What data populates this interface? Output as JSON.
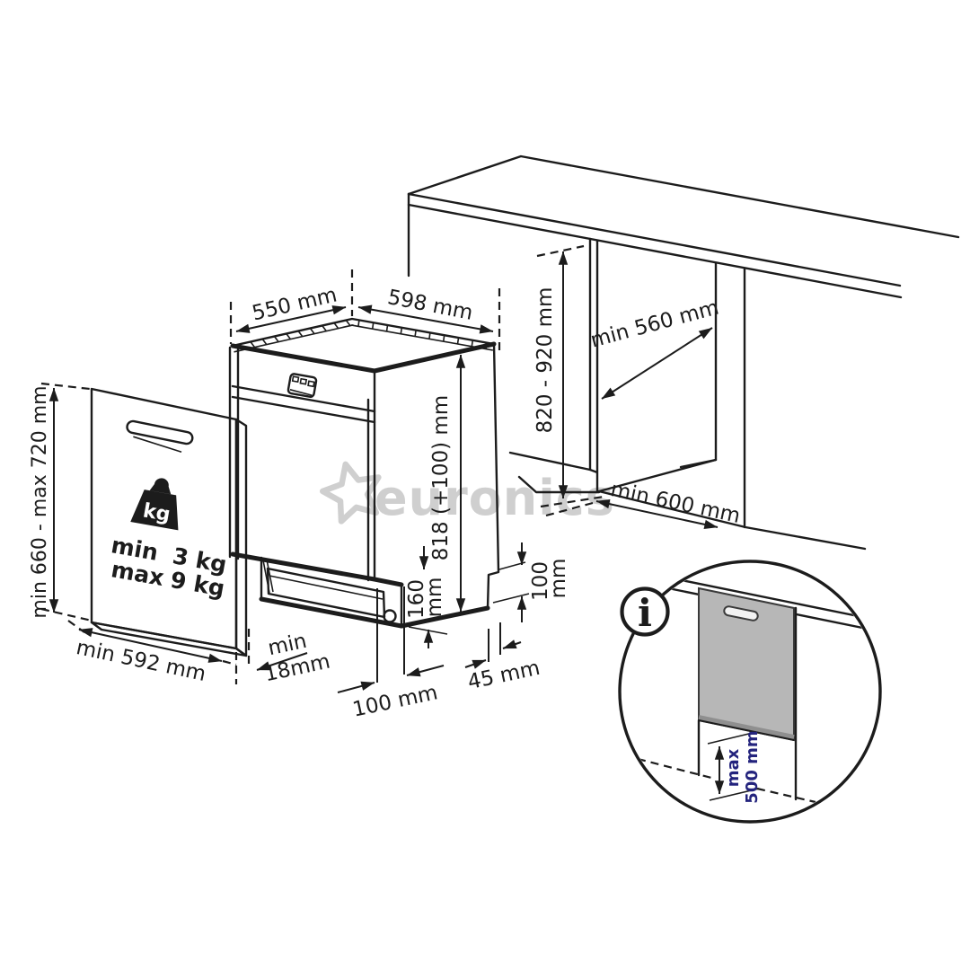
{
  "colors": {
    "line": "#1c1c1c",
    "panel_gray": "#b7b7b7",
    "watermark_gray": "#cfcfcf",
    "accent_navy": "#23237d"
  },
  "dimensions": {
    "depth_top": "550 mm",
    "width_top": "598 mm",
    "height": "818 (+100) mm",
    "niche_height": "820 - 920 mm",
    "niche_depth": "min 560 mm",
    "worktop_depth": "min 600 mm",
    "door_height": "min 660 - max 720 mm",
    "door_width": "min 592 mm",
    "door_gap": {
      "line1": "min",
      "line2": "18mm"
    },
    "plinth_recess": {
      "line1": "160",
      "line2": "mm"
    },
    "rear_recess_height": {
      "line1": "100",
      "line2": "mm"
    },
    "front_recess_depth": "100 mm",
    "rear_recess_depth": "45 mm"
  },
  "door_panel": {
    "weight_icon_label": "kg",
    "min_label": "min",
    "min_value": "3 kg",
    "max_label": "max",
    "max_value": "9 kg"
  },
  "inset": {
    "info_icon_glyph": "i",
    "max_overhang": {
      "line1": "max",
      "line2": "500 mm"
    }
  },
  "watermark": {
    "text": "euronics"
  }
}
